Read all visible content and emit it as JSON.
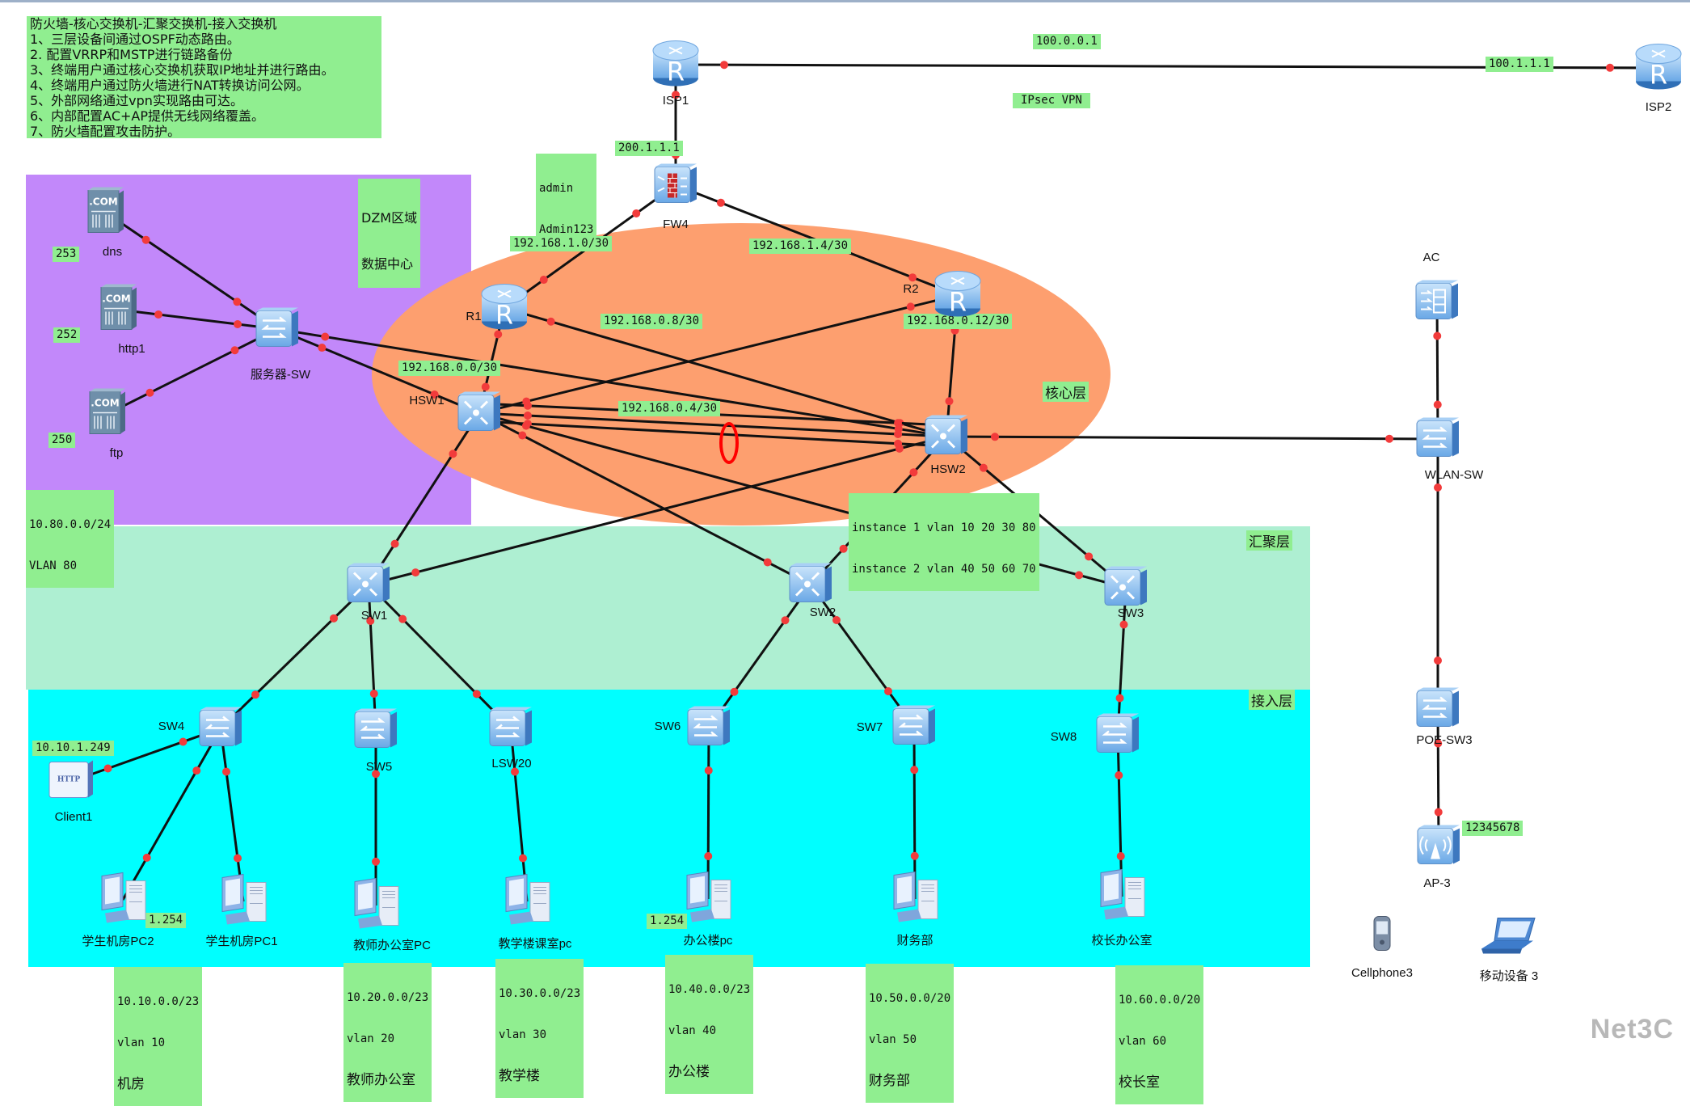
{
  "window": {
    "title_bar": ""
  },
  "requirements": {
    "title": "防火墙-核心交换机-汇聚交换机-接入交换机",
    "items": [
      "1、三层设备间通过OSPF动态路由。",
      "2. 配置VRRP和MSTP进行链路备份",
      "3、终端用户通过核心交换机获取IP地址并进行路由。",
      "4、终端用户通过防火墙进行NAT转换访问公网。",
      "5、外部网络通过vpn实现路由可达。",
      "6、内部配置AC+AP提供无线网络覆盖。",
      "7、防火墙配置攻击防护。"
    ]
  },
  "zones": {
    "dmz": {
      "label_line1": "DZM区域",
      "label_line2": "数据中心",
      "subnet": "10.80.0.0/24",
      "vlan": "VLAN 80",
      "color": "#c084fc"
    },
    "core": {
      "label": "核心层",
      "color": "#fda070"
    },
    "aggregation": {
      "label": "汇聚层",
      "color": "#aeefd2"
    },
    "access": {
      "label": "接入层",
      "color": "#00ffff"
    }
  },
  "annotations": {
    "isp1_ip": "100.0.0.1",
    "isp2_ip": "100.1.1.1",
    "vpn": "IPsec VPN",
    "fw_uplink": "200.1.1.1",
    "fw_creds_user": "admin",
    "fw_creds_pass": "Admin123",
    "fw_r1": "192.168.1.0/30",
    "fw_r2": "192.168.1.4/30",
    "r1_hsw2": "192.168.0.8/30",
    "r2_hsw2": "192.168.0.12/30",
    "r1_hsw1": "192.168.0.0/30",
    "hsw1_r2": "192.168.0.4/30",
    "mstp_line1": "instance 1 vlan 10 20 30 80",
    "mstp_line2": "instance 2 vlan 40 50 60 70",
    "dns_ip": "253",
    "http_ip": "252",
    "ftp_ip": "250",
    "client1_ip": "10.10.1.249",
    "pc2_ip": "1.254",
    "office_pc_ip": "1.254",
    "ap_key": "12345678"
  },
  "vlans": [
    {
      "subnet": "10.10.0.0/23",
      "vlan": "vlan 10",
      "name": "机房"
    },
    {
      "subnet": "10.20.0.0/23",
      "vlan": "vlan 20",
      "name": "教师办公室"
    },
    {
      "subnet": "10.30.0.0/23",
      "vlan": "vlan 30",
      "name": "教学楼"
    },
    {
      "subnet": "10.40.0.0/23",
      "vlan": "vlan 40",
      "name": "办公楼"
    },
    {
      "subnet": "10.50.0.0/20",
      "vlan": "vlan 50",
      "name": "财务部"
    },
    {
      "subnet": "10.60.0.0/20",
      "vlan": "vlan 60",
      "name": "校长室"
    }
  ],
  "devices": {
    "isp1": {
      "label": "ISP1",
      "type": "router-icon"
    },
    "isp2": {
      "label": "ISP2",
      "type": "router-icon"
    },
    "fw4": {
      "label": "FW4",
      "type": "firewall-icon"
    },
    "r1": {
      "label": "R1",
      "type": "router-icon"
    },
    "r2": {
      "label": "R2",
      "type": "router-icon"
    },
    "hsw1": {
      "label": "HSW1",
      "type": "l3-switch-icon"
    },
    "hsw2": {
      "label": "HSW2",
      "type": "l3-switch-icon"
    },
    "srv_sw": {
      "label": "服务器-SW",
      "type": "switch-icon"
    },
    "dns": {
      "label": "dns",
      "type": "server-icon"
    },
    "http1": {
      "label": "http1",
      "type": "server-icon"
    },
    "ftp": {
      "label": "ftp",
      "type": "server-icon"
    },
    "ac": {
      "label": "AC",
      "type": "ac-icon"
    },
    "wlan_sw": {
      "label": "WLAN-SW",
      "type": "switch-icon"
    },
    "sw1": {
      "label": "SW1",
      "type": "l3-switch-icon"
    },
    "sw2": {
      "label": "SW2",
      "type": "l3-switch-icon"
    },
    "sw3": {
      "label": "SW3",
      "type": "l3-switch-icon"
    },
    "sw4": {
      "label": "SW4",
      "type": "switch-icon"
    },
    "sw5": {
      "label": "SW5",
      "type": "switch-icon"
    },
    "lsw20": {
      "label": "LSW20",
      "type": "switch-icon"
    },
    "sw6": {
      "label": "SW6",
      "type": "switch-icon"
    },
    "sw7": {
      "label": "SW7",
      "type": "switch-icon"
    },
    "sw8": {
      "label": "SW8",
      "type": "switch-icon"
    },
    "client1": {
      "label": "Client1",
      "type": "http-client-icon"
    },
    "pc2": {
      "label": "学生机房PC2",
      "type": "pc-icon"
    },
    "pc1": {
      "label": "学生机房PC1",
      "type": "pc-icon"
    },
    "teacher_pc": {
      "label": "教师办公室PC",
      "type": "pc-icon"
    },
    "classroom_pc": {
      "label": "教学楼课室pc",
      "type": "pc-icon"
    },
    "office_pc": {
      "label": "办公楼pc",
      "type": "pc-icon"
    },
    "finance_pc": {
      "label": "财务部",
      "type": "pc-icon"
    },
    "principal_pc": {
      "label": "校长办公室",
      "type": "pc-icon"
    },
    "poe_sw3": {
      "label": "POE-SW3",
      "type": "switch-icon"
    },
    "ap3": {
      "label": "AP-3",
      "type": "ap-icon"
    },
    "cellphone3": {
      "label": "Cellphone3",
      "type": "cellphone-icon"
    },
    "mobile3": {
      "label": "移动设备 3",
      "type": "laptop-icon"
    }
  },
  "links": [
    [
      "isp1",
      "isp2"
    ],
    [
      "isp1",
      "fw4"
    ],
    [
      "fw4",
      "r1"
    ],
    [
      "fw4",
      "r2"
    ],
    [
      "r1",
      "hsw1"
    ],
    [
      "r1",
      "hsw2"
    ],
    [
      "r2",
      "hsw2"
    ],
    [
      "r2",
      "hsw1"
    ],
    [
      "hsw1",
      "hsw2"
    ],
    [
      "hsw1",
      "hsw2"
    ],
    [
      "hsw1",
      "hsw2"
    ],
    [
      "srv_sw",
      "hsw1"
    ],
    [
      "srv_sw",
      "hsw2"
    ],
    [
      "dns",
      "srv_sw"
    ],
    [
      "http1",
      "srv_sw"
    ],
    [
      "ftp",
      "srv_sw"
    ],
    [
      "hsw1",
      "sw1"
    ],
    [
      "hsw1",
      "sw2"
    ],
    [
      "hsw1",
      "sw3"
    ],
    [
      "hsw2",
      "sw1"
    ],
    [
      "hsw2",
      "sw2"
    ],
    [
      "hsw2",
      "sw3"
    ],
    [
      "hsw2",
      "wlan_sw"
    ],
    [
      "ac",
      "wlan_sw"
    ],
    [
      "wlan_sw",
      "poe_sw3"
    ],
    [
      "poe_sw3",
      "ap3"
    ],
    [
      "sw1",
      "sw4"
    ],
    [
      "sw1",
      "sw5"
    ],
    [
      "sw1",
      "lsw20"
    ],
    [
      "sw2",
      "sw6"
    ],
    [
      "sw2",
      "sw7"
    ],
    [
      "sw3",
      "sw8"
    ],
    [
      "sw4",
      "client1"
    ],
    [
      "sw4",
      "pc2"
    ],
    [
      "sw4",
      "pc1"
    ],
    [
      "sw5",
      "teacher_pc"
    ],
    [
      "lsw20",
      "classroom_pc"
    ],
    [
      "sw6",
      "office_pc"
    ],
    [
      "sw7",
      "finance_pc"
    ],
    [
      "sw8",
      "principal_pc"
    ]
  ],
  "watermark": "Net3C"
}
